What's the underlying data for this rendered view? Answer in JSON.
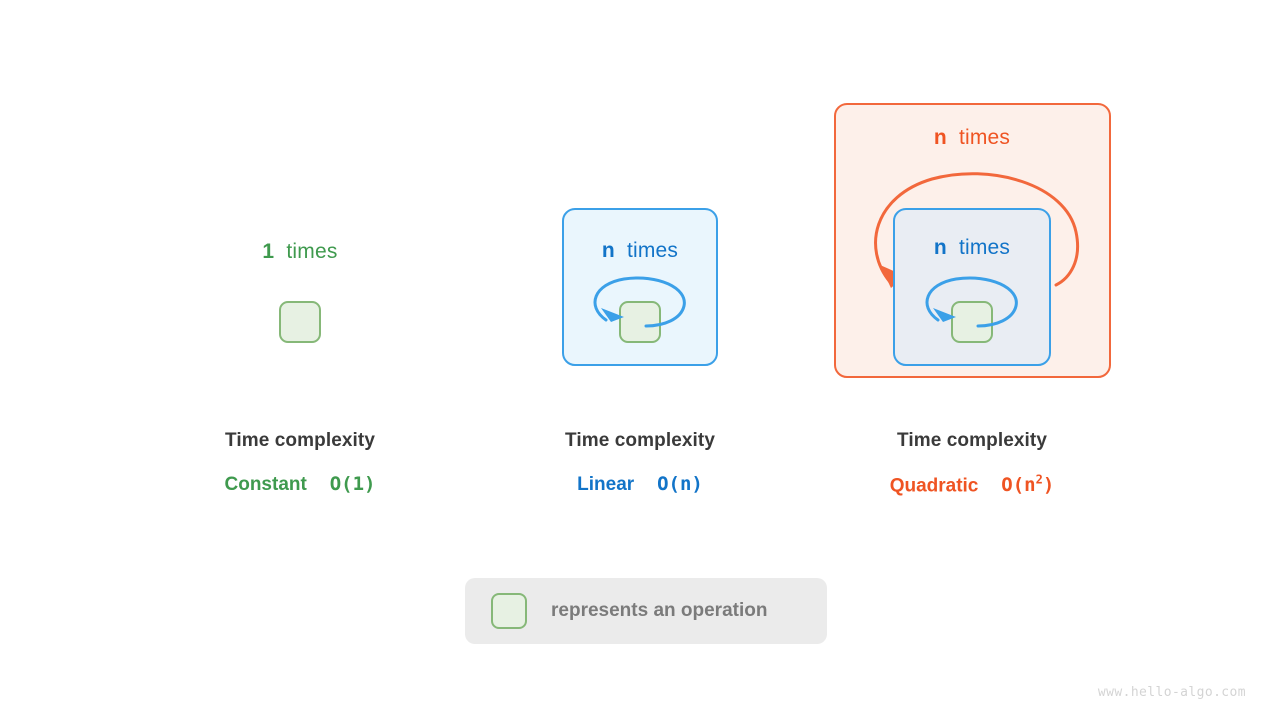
{
  "diagram": {
    "panels": [
      {
        "id": "constant",
        "loop_label_count": "1",
        "loop_label_unit": "  times",
        "caption_title": "Time complexity",
        "caption_name": "Constant",
        "caption_bigo": "O(1)",
        "accent_color": "#3f9a4e"
      },
      {
        "id": "linear",
        "loop_label_count": "n",
        "loop_label_unit": "  times",
        "caption_title": "Time complexity",
        "caption_name": "Linear",
        "caption_bigo": "O(n)",
        "accent_color": "#1274c8"
      },
      {
        "id": "quadratic",
        "outer_loop_label_count": "n",
        "outer_loop_label_unit": "  times",
        "inner_loop_label_count": "n",
        "inner_loop_label_unit": "  times",
        "caption_title": "Time complexity",
        "caption_name": "Quadratic",
        "caption_bigo_prefix": "O(n",
        "caption_bigo_exponent": "2",
        "caption_bigo_suffix": ")",
        "accent_color": "#ef5423"
      }
    ]
  },
  "legend": {
    "text": "represents an operation",
    "square_fill": "#e7f1e3",
    "square_border": "#86b878",
    "background": "#ebebeb"
  },
  "watermark": {
    "text": "www.hello-algo.com"
  },
  "colors": {
    "green": "#3f9a4e",
    "blue": "#1274c8",
    "blue_border": "#3ba0e8",
    "blue_fill": "#eaf6fd",
    "blue_fill_nested": "#e9edf3",
    "orange": "#ef5423",
    "orange_border": "#f2683c",
    "orange_fill": "#fdf0ea",
    "title_gray": "#3a3a3a",
    "legend_gray": "#7b7b7b"
  }
}
